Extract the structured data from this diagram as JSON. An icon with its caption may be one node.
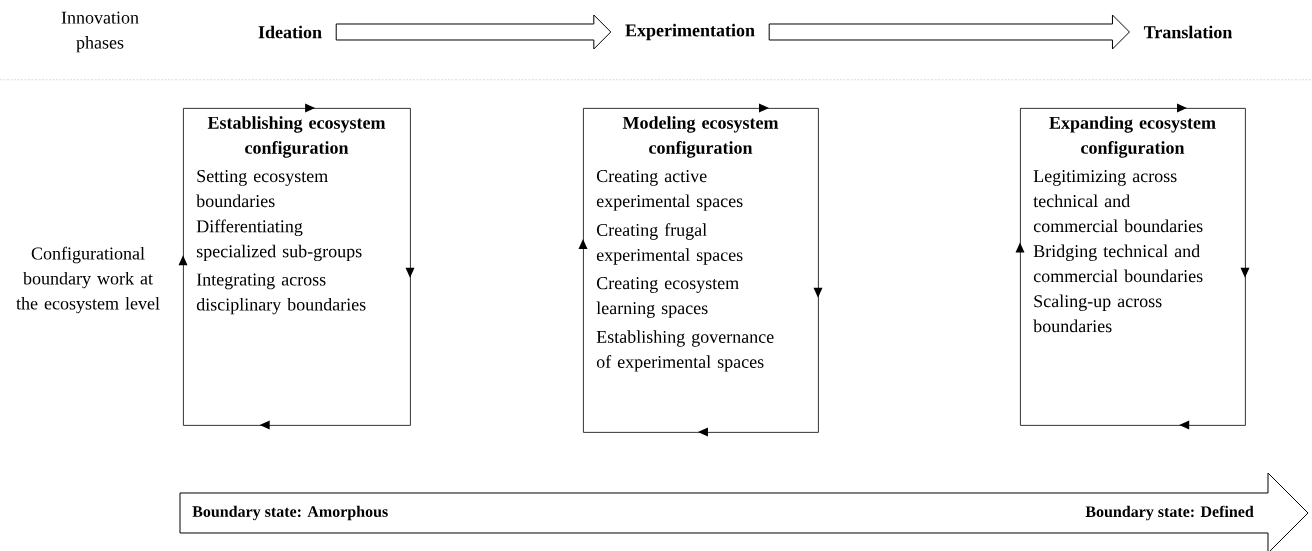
{
  "diagram": {
    "nodes": [
      {
        "text": [
          "Ideation"
        ]
      },
      {
        "text": [
          "Experimentation"
        ]
      },
      {
        "text": [
          "Translation"
        ]
      },
      {
        "text": [
          "Establishing ecosystem configuration",
          "Setting ecosystem boundaries",
          "Differentiating specialized sub-groups",
          "Integrating across disciplinary boundaries"
        ]
      },
      {
        "text": [
          "Modeling ecosystem configuration",
          "Creating active experimental spaces",
          "Creating frugal experimental spaces",
          "Creating ecosystem learning spaces",
          "Establishing governance of experimental spaces"
        ]
      },
      {
        "text": [
          "Expanding ecosystem configuration",
          "Legitimizing across technical and commercial boundaries",
          "Bridging technical and commercial boundaries",
          "Scaling-up across boundaries"
        ]
      },
      {
        "text": [
          "Boundary state: Amorphous",
          "Boundary state: Defined"
        ]
      }
    ],
    "edges": [
      {
        "from": 0,
        "to": 1,
        "arrow": "to"
      },
      {
        "from": 1,
        "to": 2,
        "arrow": "to"
      }
    ],
    "labels": [
      "Innovation phases",
      "Configurational boundary work at the ecosystem level"
    ]
  }
}
